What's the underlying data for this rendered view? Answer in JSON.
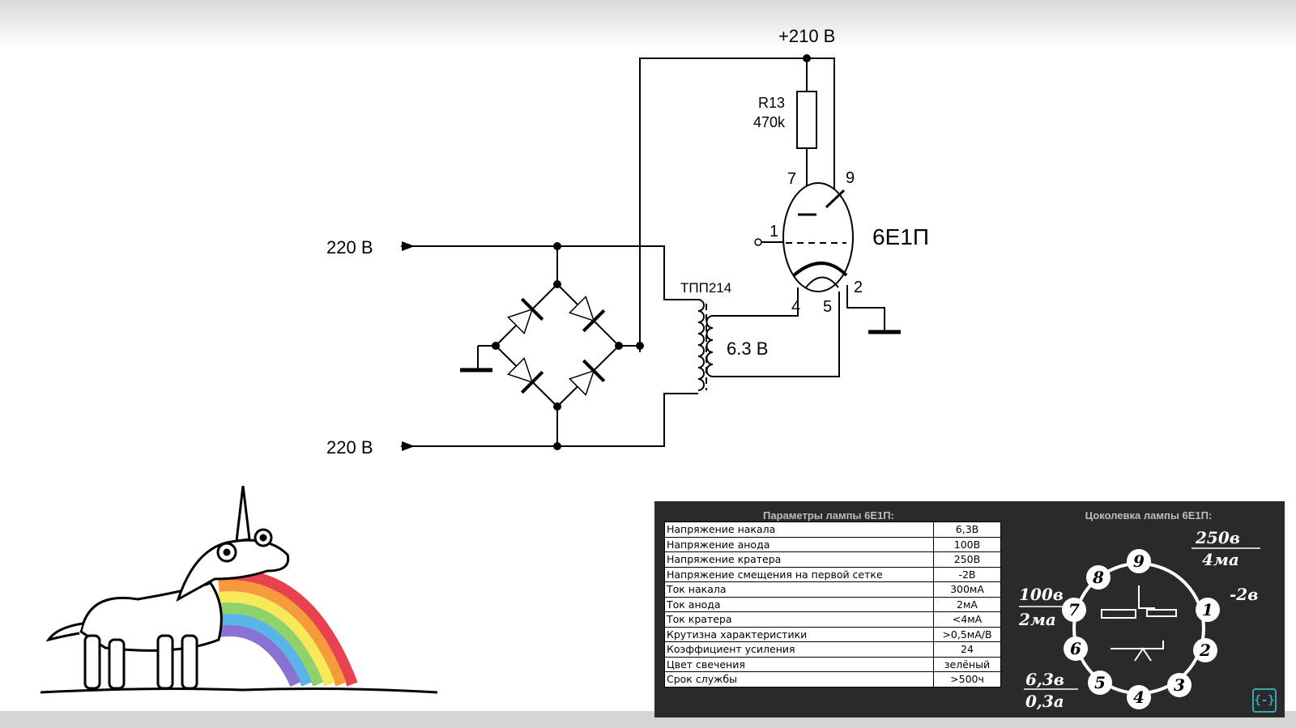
{
  "circuit": {
    "supply": "+210 В",
    "input_top": "220 В",
    "input_bottom": "220 В",
    "resistor_ref": "R13",
    "resistor_value": "470k",
    "tube_label": "6Е1П",
    "transformer_label": "ТПП214",
    "heater_voltage": "6.3 В",
    "pins": {
      "p7": "7",
      "p9": "9",
      "p1": "1",
      "p2": "2",
      "p4": "4",
      "p5": "5"
    }
  },
  "params_panel": {
    "title": "Параметры лампы 6Е1П:",
    "rows": [
      {
        "name": "Напряжение накала",
        "value": "6,3В"
      },
      {
        "name": "Напряжение анода",
        "value": "100В"
      },
      {
        "name": "Напряжение кратера",
        "value": "250В"
      },
      {
        "name": "Напряжение смещения на первой сетке",
        "value": "-2В"
      },
      {
        "name": "Ток накала",
        "value": "300мА"
      },
      {
        "name": "Ток анода",
        "value": "2мА"
      },
      {
        "name": "Ток кратера",
        "value": "<4мА"
      },
      {
        "name": "Крутизна характеристики",
        "value": ">0,5мА/В"
      },
      {
        "name": "Коэффициент усиления",
        "value": "24"
      },
      {
        "name": "Цвет свечения",
        "value": "зелёный"
      },
      {
        "name": "Срок службы",
        "value": ">500ч"
      }
    ]
  },
  "pinout_panel": {
    "title": "Цоколевка лампы 6Е1П:",
    "pins": [
      "1",
      "2",
      "3",
      "4",
      "5",
      "6",
      "7",
      "8",
      "9"
    ],
    "notes": {
      "top_v": "250в",
      "top_ma": "4ма",
      "left_v": "100в",
      "left_ma": "2ма",
      "right_v": "-2в",
      "bottom_v": "6,3в",
      "bottom_a": "0,3а"
    }
  },
  "colors": {
    "panel_bg": "#2a2a2a",
    "accent": "#3aa7b5",
    "rainbow": [
      "#e8414f",
      "#f79a3e",
      "#f7e85a",
      "#8fd16a",
      "#5ab4e8",
      "#8a72d4"
    ]
  },
  "icons": [
    "arrow-right-icon",
    "diode-icon",
    "ground-icon",
    "logo-icon",
    "unicorn-illustration"
  ]
}
